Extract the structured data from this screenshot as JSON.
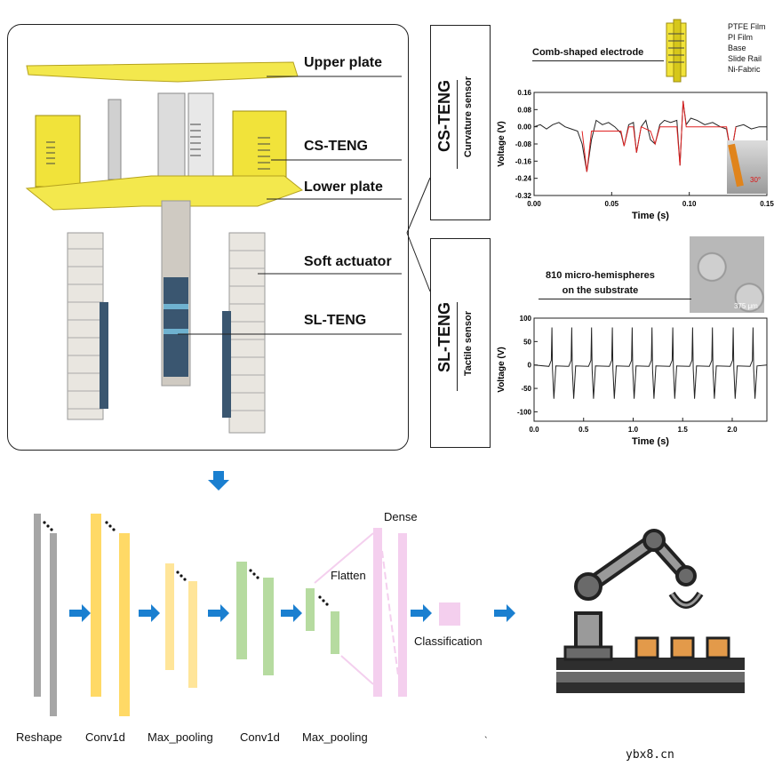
{
  "labels": {
    "upper_plate": "Upper plate",
    "cs_teng": "CS-TENG",
    "lower_plate": "Lower plate",
    "soft_actuator": "Soft actuator",
    "sl_teng": "SL-TENG"
  },
  "cs_panel": {
    "title": "CS-TENG",
    "subtitle": "Curvature sensor",
    "comb_label": "Comb-shaped electrode",
    "layers": [
      "PTFE Film",
      "PI Film",
      "Base",
      "Slide Rail",
      "Ni-Fabric"
    ],
    "angle_label": "30°"
  },
  "sl_panel": {
    "title": "SL-TENG",
    "subtitle": "Tactile sensor",
    "annotation_line1": "810 micro-hemispheres",
    "annotation_line2": "on the substrate",
    "scale_label": "375 μm"
  },
  "chart_data": [
    {
      "type": "line",
      "xlabel": "Time (s)",
      "ylabel": "Voltage (V)",
      "xlim": [
        0.0,
        0.15
      ],
      "ylim": [
        -0.32,
        0.16
      ],
      "xticks": [
        "0.00",
        "0.05",
        "0.10",
        "0.15"
      ],
      "yticks": [
        "0.16",
        "0.08",
        "0.00",
        "-0.08",
        "-0.16",
        "-0.24",
        "-0.32"
      ],
      "grid": false,
      "series": [
        {
          "color": "#222222",
          "x": [
            0.0,
            0.004,
            0.008,
            0.012,
            0.016,
            0.02,
            0.024,
            0.028,
            0.031,
            0.034,
            0.037,
            0.04,
            0.044,
            0.048,
            0.052,
            0.056,
            0.058,
            0.061,
            0.064,
            0.066,
            0.069,
            0.072,
            0.075,
            0.078,
            0.081,
            0.084,
            0.088,
            0.092,
            0.094,
            0.096,
            0.098,
            0.101,
            0.105,
            0.11,
            0.115,
            0.12,
            0.124,
            0.127,
            0.13,
            0.135,
            0.14,
            0.145,
            0.15
          ],
          "y": [
            0.0,
            0.01,
            -0.01,
            0.01,
            0.02,
            0.0,
            -0.01,
            -0.02,
            -0.08,
            -0.21,
            -0.06,
            0.03,
            0.01,
            0.02,
            0.0,
            -0.03,
            -0.09,
            0.01,
            0.02,
            -0.12,
            0.0,
            0.03,
            -0.06,
            -0.08,
            0.01,
            0.03,
            0.02,
            0.03,
            -0.18,
            0.12,
            0.01,
            0.04,
            0.03,
            0.01,
            0.02,
            0.0,
            -0.01,
            -0.13,
            0.0,
            0.01,
            -0.01,
            0.0,
            0.0
          ]
        },
        {
          "color": "#e02020",
          "x": [
            0.031,
            0.034,
            0.037,
            0.056,
            0.058,
            0.061,
            0.064,
            0.066,
            0.069,
            0.075,
            0.078,
            0.081,
            0.092,
            0.094,
            0.096,
            0.098,
            0.124,
            0.127,
            0.13
          ],
          "y": [
            -0.02,
            -0.21,
            -0.02,
            -0.02,
            -0.09,
            0.0,
            0.0,
            -0.12,
            0.0,
            -0.02,
            -0.08,
            0.0,
            0.0,
            -0.18,
            0.12,
            0.0,
            0.0,
            -0.13,
            0.0
          ]
        }
      ]
    },
    {
      "type": "line",
      "xlabel": "Time (s)",
      "ylabel": "Voltage (V)",
      "xlim": [
        0.0,
        2.35
      ],
      "ylim": [
        -120,
        100
      ],
      "xticks": [
        "0.0",
        "0.5",
        "1.0",
        "1.5",
        "2.0"
      ],
      "yticks": [
        "100",
        "50",
        "0",
        "-50",
        "-100"
      ],
      "grid": false,
      "pulse_times": [
        0.18,
        0.38,
        0.58,
        0.79,
        0.99,
        1.19,
        1.4,
        1.6,
        1.8,
        2.01,
        2.21
      ],
      "pulse_max": 80,
      "pulse_min": -72
    }
  ],
  "cnn": {
    "labels": [
      "Reshape",
      "Conv1d",
      "Max_pooling",
      "Conv1d",
      "Max_pooling"
    ],
    "flatten": "Flatten",
    "dense": "Dense",
    "classification": "Classification"
  },
  "colors": {
    "arrow": "#1a7fd0",
    "reshape": "#a6a6a6",
    "conv": "#ffd966",
    "pool": "#ffe599",
    "conv2": "#b6dba0",
    "dense": "#f4cfee",
    "plate": "#f2e64a",
    "actuator": "#e9e6e0",
    "electrode": "#3a5670"
  },
  "watermark": "ybx8.cn",
  "footnote": "`"
}
